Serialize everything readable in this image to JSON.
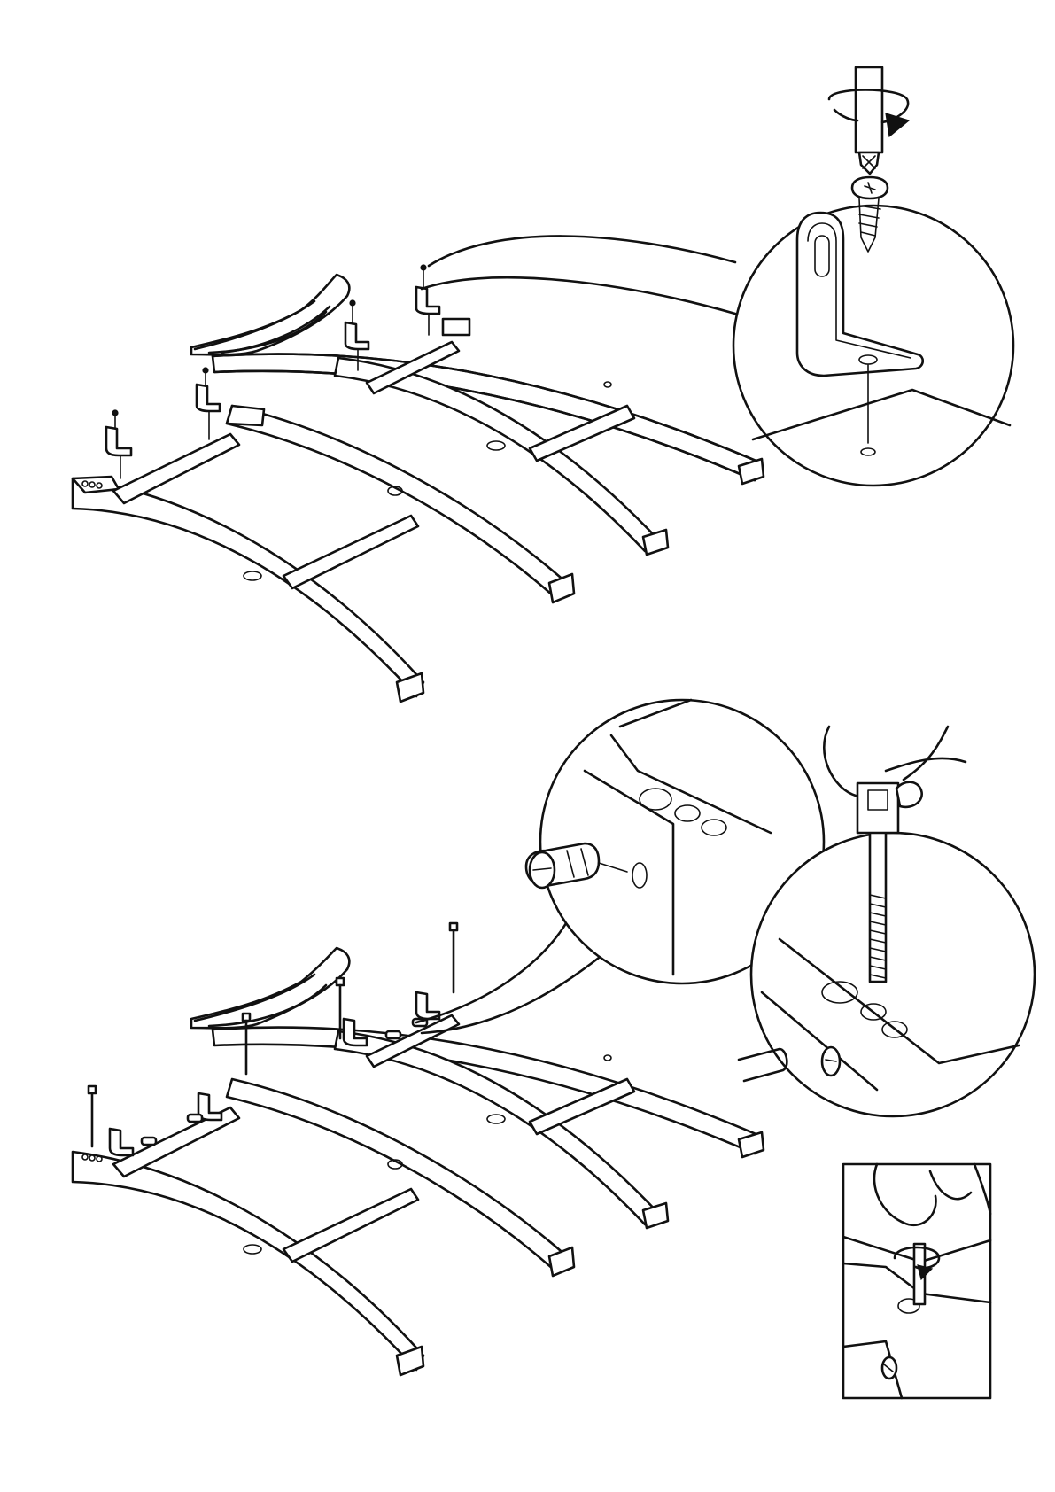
{
  "steps": [
    {
      "detail_views": [
        "screw-bracket-zoom"
      ]
    },
    {
      "detail_views": [
        "barrel-nut-zoom",
        "bolt-insert-zoom",
        "hand-tighten-inset"
      ]
    }
  ]
}
